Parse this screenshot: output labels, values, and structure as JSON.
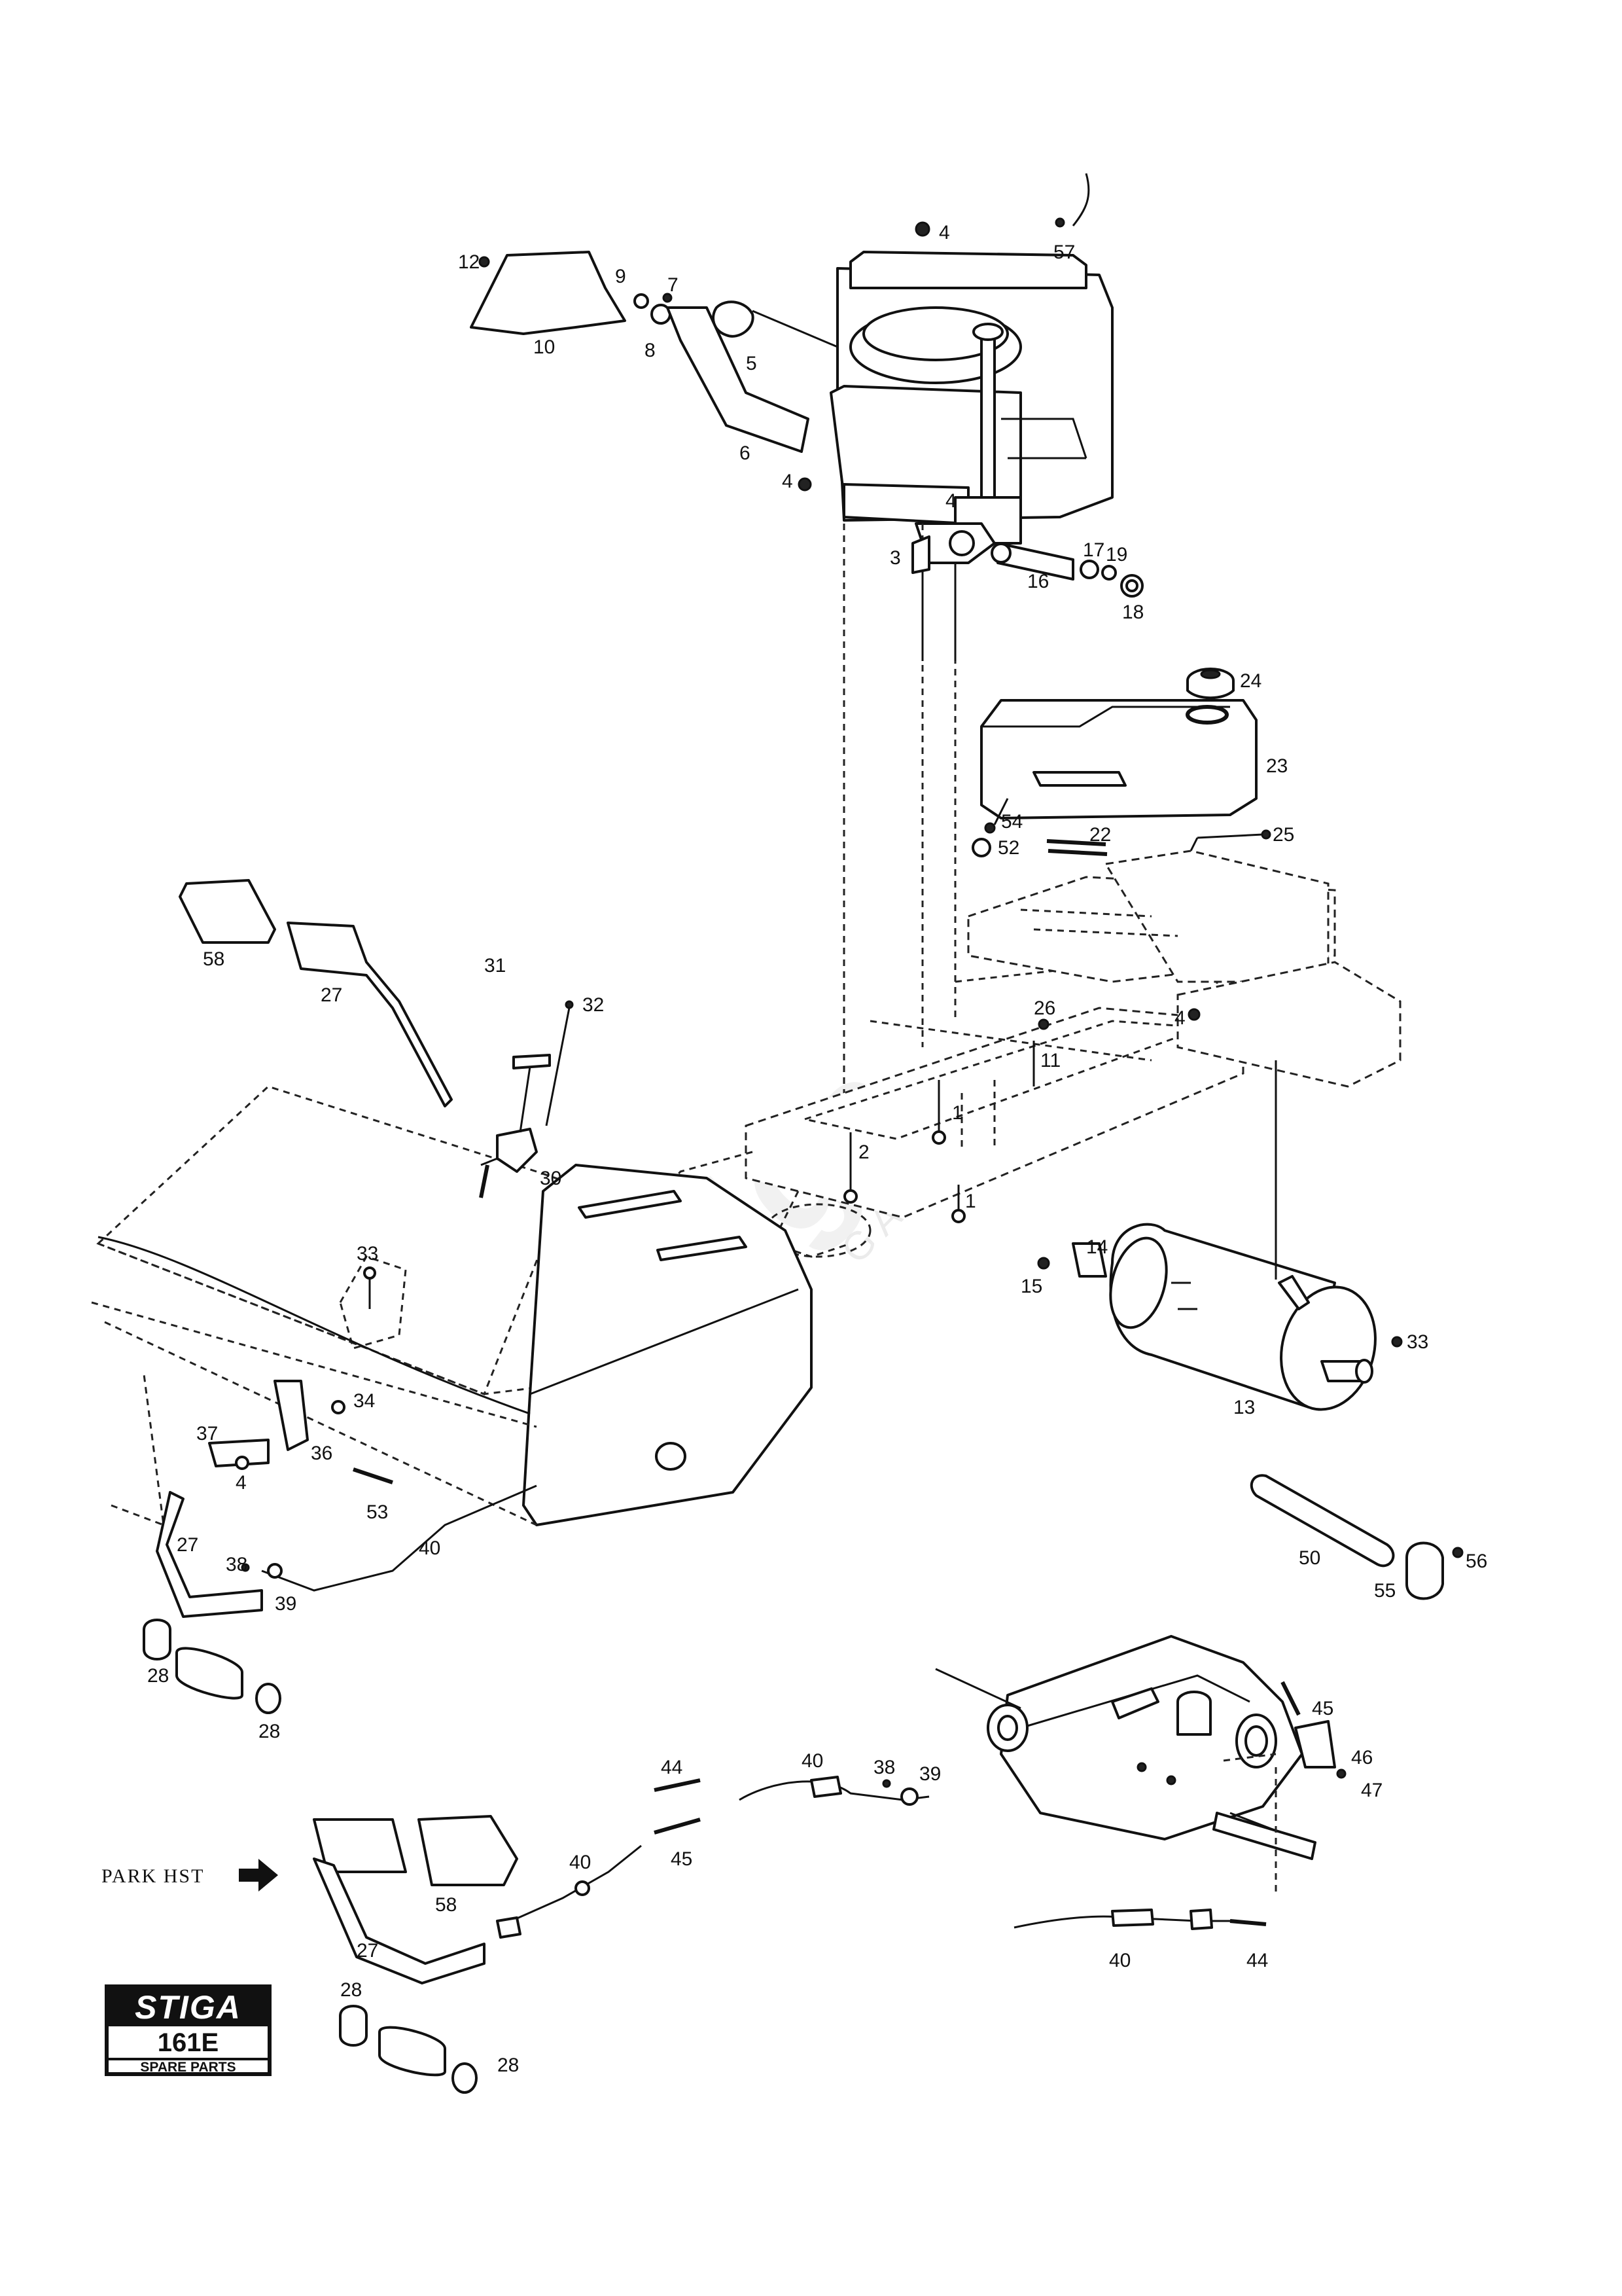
{
  "callouts": {
    "c1a": "1",
    "c1b": "1",
    "c2": "2",
    "c3": "3",
    "c4a": "4",
    "c4b": "4",
    "c4c": "4",
    "c4d": "4",
    "c4e": "4",
    "c5": "5",
    "c6": "6",
    "c7": "7",
    "c8": "8",
    "c9": "9",
    "c10": "10",
    "c11": "11",
    "c12": "12",
    "c13": "13",
    "c14": "14",
    "c15": "15",
    "c16": "16",
    "c17": "17",
    "c18": "18",
    "c19": "19",
    "c22": "22",
    "c23": "23",
    "c24": "24",
    "c25": "25",
    "c26": "26",
    "c27a": "27",
    "c27b": "27",
    "c27c": "27",
    "c28a": "28",
    "c28b": "28",
    "c28c": "28",
    "c28d": "28",
    "c30": "30",
    "c31": "31",
    "c32": "32",
    "c33a": "33",
    "c33b": "33",
    "c34": "34",
    "c36": "36",
    "c37": "37",
    "c38a": "38",
    "c38b": "38",
    "c39a": "39",
    "c39b": "39",
    "c40a": "40",
    "c40b": "40",
    "c40c": "40",
    "c40d": "40",
    "c44a": "44",
    "c44b": "44",
    "c45a": "45",
    "c45b": "45",
    "c46": "46",
    "c47": "47",
    "c50": "50",
    "c52": "52",
    "c53": "53",
    "c54": "54",
    "c55": "55",
    "c56": "56",
    "c57": "57",
    "c58a": "58",
    "c58b": "58"
  },
  "park_label": "PARK HST",
  "logo": {
    "brand": "STIGA",
    "model": "161E",
    "subtitle": "SPARE PARTS"
  },
  "watermark": {
    "main": "Stiga",
    "sub": "GARDEN"
  },
  "icons": {
    "park_arrow": "arrow-right-icon"
  }
}
